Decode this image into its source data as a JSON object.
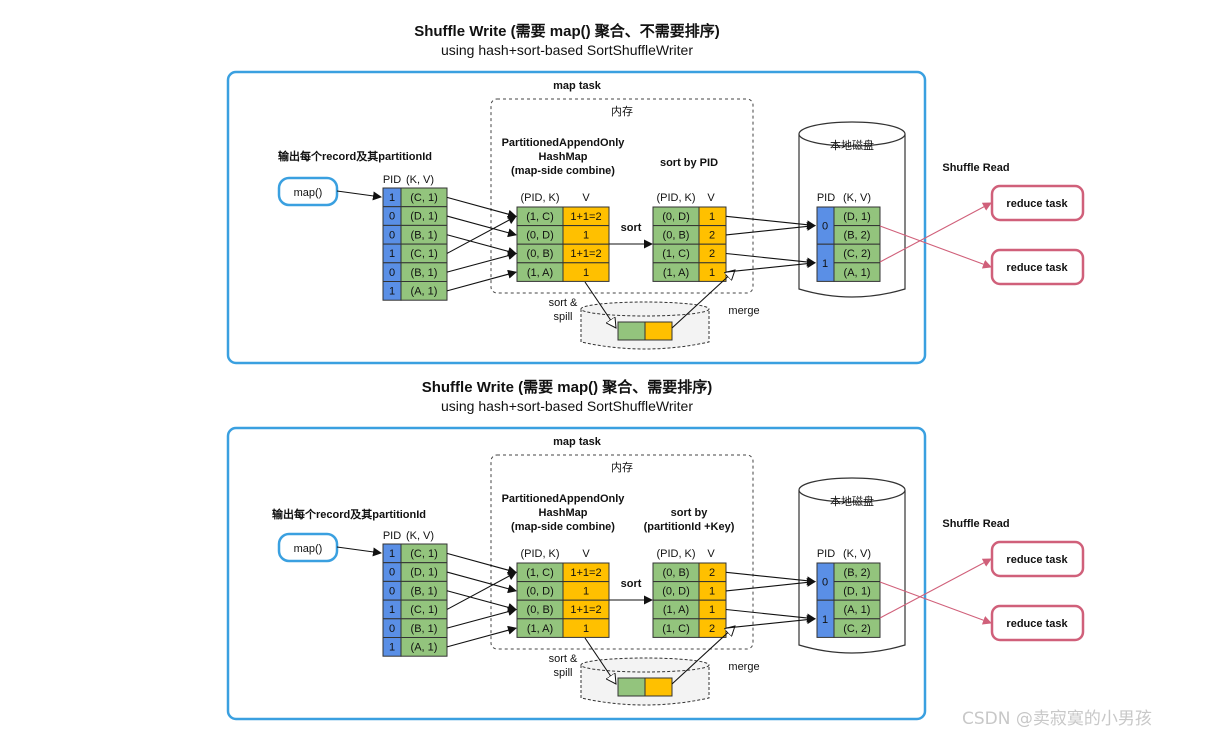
{
  "panels": [
    {
      "title": "Shuffle Write (需要 map() 聚合、不需要排序)",
      "subtitle": "using hash+sort-based SortShuffleWriter",
      "map_task_label": "map task",
      "memory_label": "内存",
      "output_label": "输出每个record及其partitionId",
      "map_func": "map()",
      "input_header_pid": "PID",
      "input_header_kv": "(K, V)",
      "input_records": [
        {
          "pid": "1",
          "kv": "(C, 1)"
        },
        {
          "pid": "0",
          "kv": "(D, 1)"
        },
        {
          "pid": "0",
          "kv": "(B, 1)"
        },
        {
          "pid": "1",
          "kv": "(C, 1)"
        },
        {
          "pid": "0",
          "kv": "(B, 1)"
        },
        {
          "pid": "1",
          "kv": "(A, 1)"
        }
      ],
      "hashmap_title": [
        "PartitionedAppendOnly",
        "HashMap",
        "(map-side combine)"
      ],
      "hashmap_header_key": "(PID, K)",
      "hashmap_header_v": "V",
      "hashmap_rows": [
        {
          "key": "(1, C)",
          "v": "1+1=2"
        },
        {
          "key": "(0, D)",
          "v": "1"
        },
        {
          "key": "(0, B)",
          "v": "1+1=2"
        },
        {
          "key": "(1, A)",
          "v": "1"
        }
      ],
      "sort_label": "sort",
      "sorted_title": [
        "sort by PID"
      ],
      "sorted_header_key": "(PID, K)",
      "sorted_header_v": "V",
      "sorted_rows": [
        {
          "key": "(0, D)",
          "v": "1"
        },
        {
          "key": "(0, B)",
          "v": "2"
        },
        {
          "key": "(1, C)",
          "v": "2"
        },
        {
          "key": "(1, A)",
          "v": "1"
        }
      ],
      "spill_label": [
        "sort &",
        "spill"
      ],
      "merge_label": "merge",
      "disk_label": "本地磁盘",
      "disk_header_pid": "PID",
      "disk_header_kv": "(K, V)",
      "disk_groups": [
        {
          "pid": "0",
          "rows": [
            "(D, 1)",
            "(B, 2)"
          ]
        },
        {
          "pid": "1",
          "rows": [
            "(C, 2)",
            "(A, 1)"
          ]
        }
      ],
      "shuffle_read_label": "Shuffle Read",
      "reduce_tasks": [
        "reduce task",
        "reduce task"
      ]
    },
    {
      "title": "Shuffle Write (需要 map() 聚合、需要排序)",
      "subtitle": "using hash+sort-based SortShuffleWriter",
      "map_task_label": "map task",
      "memory_label": "内存",
      "output_label": "输出每个record及其partitionId",
      "map_func": "map()",
      "input_header_pid": "PID",
      "input_header_kv": "(K, V)",
      "input_records": [
        {
          "pid": "1",
          "kv": "(C, 1)"
        },
        {
          "pid": "0",
          "kv": "(D, 1)"
        },
        {
          "pid": "0",
          "kv": "(B, 1)"
        },
        {
          "pid": "1",
          "kv": "(C, 1)"
        },
        {
          "pid": "0",
          "kv": "(B, 1)"
        },
        {
          "pid": "1",
          "kv": "(A, 1)"
        }
      ],
      "hashmap_title": [
        "PartitionedAppendOnly",
        "HashMap",
        "(map-side combine)"
      ],
      "hashmap_header_key": "(PID, K)",
      "hashmap_header_v": "V",
      "hashmap_rows": [
        {
          "key": "(1, C)",
          "v": "1+1=2"
        },
        {
          "key": "(0, D)",
          "v": "1"
        },
        {
          "key": "(0, B)",
          "v": "1+1=2"
        },
        {
          "key": "(1, A)",
          "v": "1"
        }
      ],
      "sort_label": "sort",
      "sorted_title": [
        "sort by",
        "(partitionId +Key)"
      ],
      "sorted_header_key": "(PID, K)",
      "sorted_header_v": "V",
      "sorted_rows": [
        {
          "key": "(0, B)",
          "v": "2"
        },
        {
          "key": "(0, D)",
          "v": "1"
        },
        {
          "key": "(1, A)",
          "v": "1"
        },
        {
          "key": "(1, C)",
          "v": "2"
        }
      ],
      "spill_label": [
        "sort &",
        "spill"
      ],
      "merge_label": "merge",
      "disk_label": "本地磁盘",
      "disk_header_pid": "PID",
      "disk_header_kv": "(K, V)",
      "disk_groups": [
        {
          "pid": "0",
          "rows": [
            "(B, 2)",
            "(D, 1)"
          ]
        },
        {
          "pid": "1",
          "rows": [
            "(A, 1)",
            "(C, 2)"
          ]
        }
      ],
      "shuffle_read_label": "Shuffle Read",
      "reduce_tasks": [
        "reduce task",
        "reduce task"
      ]
    }
  ],
  "watermark": "CSDN @卖寂寞的小男孩",
  "colors": {
    "blue_frame": "#3aa0e0",
    "pid_blue": "#5a8fe6",
    "kv_green": "#93c47d",
    "v_yellow": "#ffc000",
    "reduce_pink": "#d0607a",
    "disk_bg": "#f3f3f3"
  }
}
